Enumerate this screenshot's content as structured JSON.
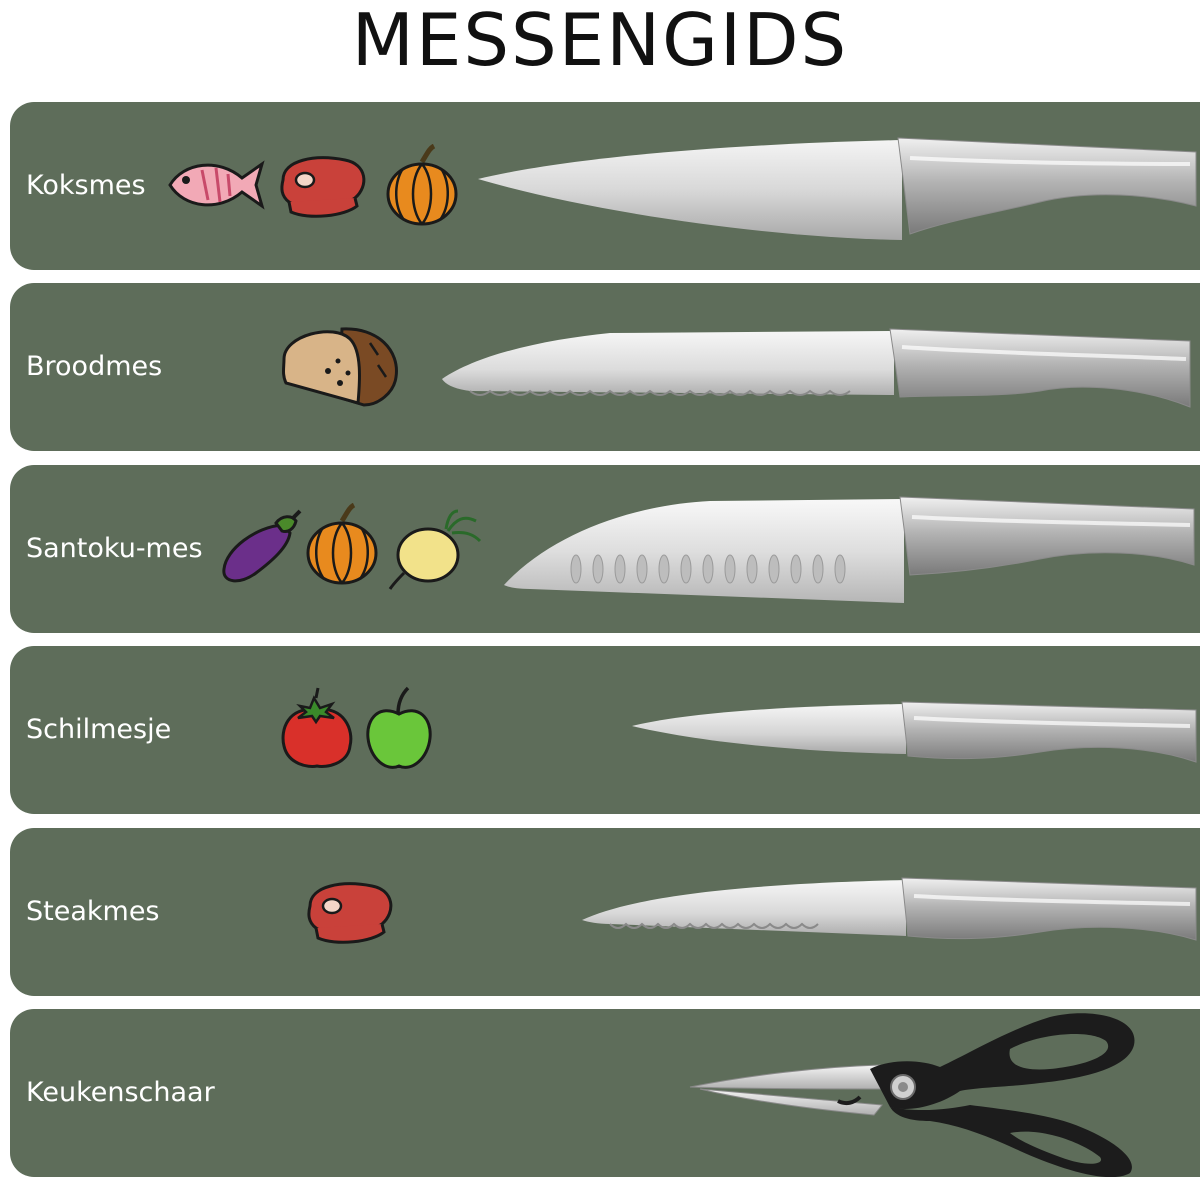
{
  "title": "MESSENGIDS",
  "rows": [
    {
      "label": "Koksmes",
      "icons": [
        "fish-icon",
        "steak-icon",
        "pumpkin-icon"
      ],
      "tool": "chef-knife"
    },
    {
      "label": "Broodmes",
      "icons": [
        "bread-icon"
      ],
      "tool": "bread-knife"
    },
    {
      "label": "Santoku-mes",
      "icons": [
        "eggplant-icon",
        "pumpkin-icon",
        "turnip-icon"
      ],
      "tool": "santoku-knife"
    },
    {
      "label": "Schilmesje",
      "icons": [
        "tomato-icon",
        "apple-icon"
      ],
      "tool": "paring-knife"
    },
    {
      "label": "Steakmes",
      "icons": [
        "steak-icon"
      ],
      "tool": "steak-knife"
    },
    {
      "label": "Keukenschaar",
      "icons": [],
      "tool": "kitchen-scissors"
    }
  ],
  "colors": {
    "panel": "#5e6d5a",
    "label_text": "#ffffff",
    "title_text": "#111111"
  }
}
